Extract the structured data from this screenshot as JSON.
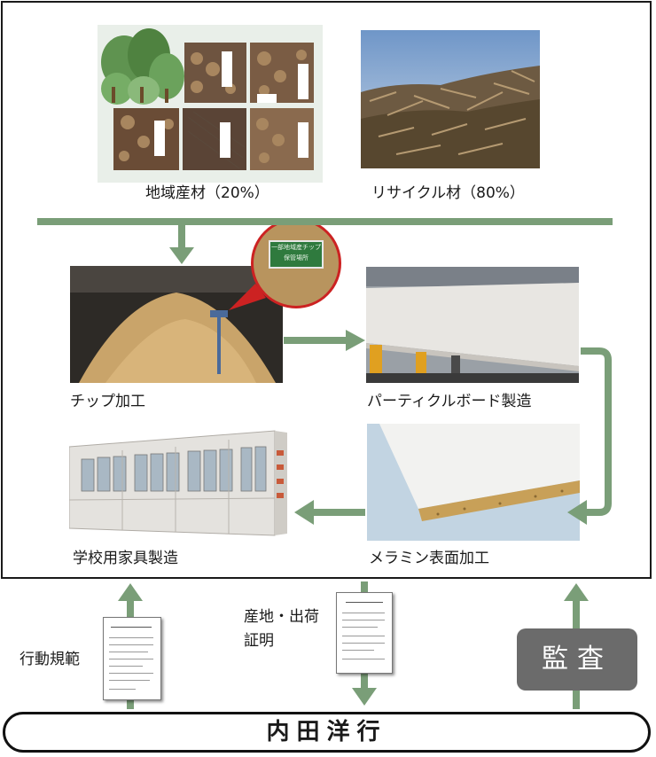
{
  "labels": {
    "local_wood": "地域産材（20%）",
    "recycled_wood": "リサイクル材（80%）",
    "chip": "チップ加工",
    "particleboard": "パーティクルボード製造",
    "furniture": "学校用家具製造",
    "melamine": "メラミン表面加工",
    "code_of_conduct": "行動規範",
    "origin_line1": "産地・出荷",
    "origin_line2": "証明",
    "audit": "監査",
    "company": "内田洋行"
  },
  "sign_text": "一部地域産チップ 保管場所",
  "colors": {
    "arrow": "#7a9e78",
    "audit_box": "#6b6b6b",
    "frame": "#1a1a1a"
  }
}
